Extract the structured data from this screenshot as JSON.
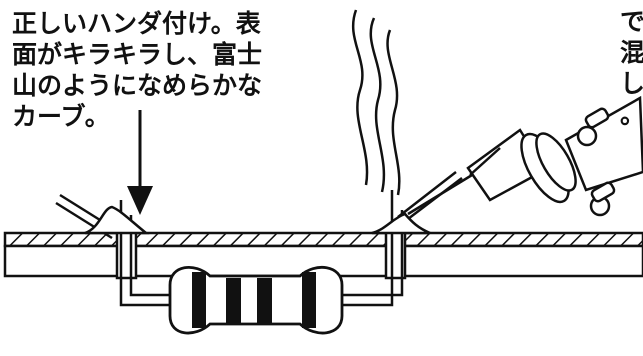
{
  "caption": {
    "lines": [
      "正しいハンダ付け。表",
      "面がキラキラし、富士",
      "山のようになめらかな",
      "カーブ。"
    ]
  },
  "cropped_text": {
    "lines": [
      "で",
      "混",
      "し",
      "。"
    ]
  },
  "colors": {
    "ink": "#111111",
    "paper": "#ffffff"
  },
  "icons": {
    "arrow": "down-arrow",
    "smoke": "wavy-smoke-lines",
    "iron": "soldering-iron",
    "resistor": "banded-resistor"
  }
}
